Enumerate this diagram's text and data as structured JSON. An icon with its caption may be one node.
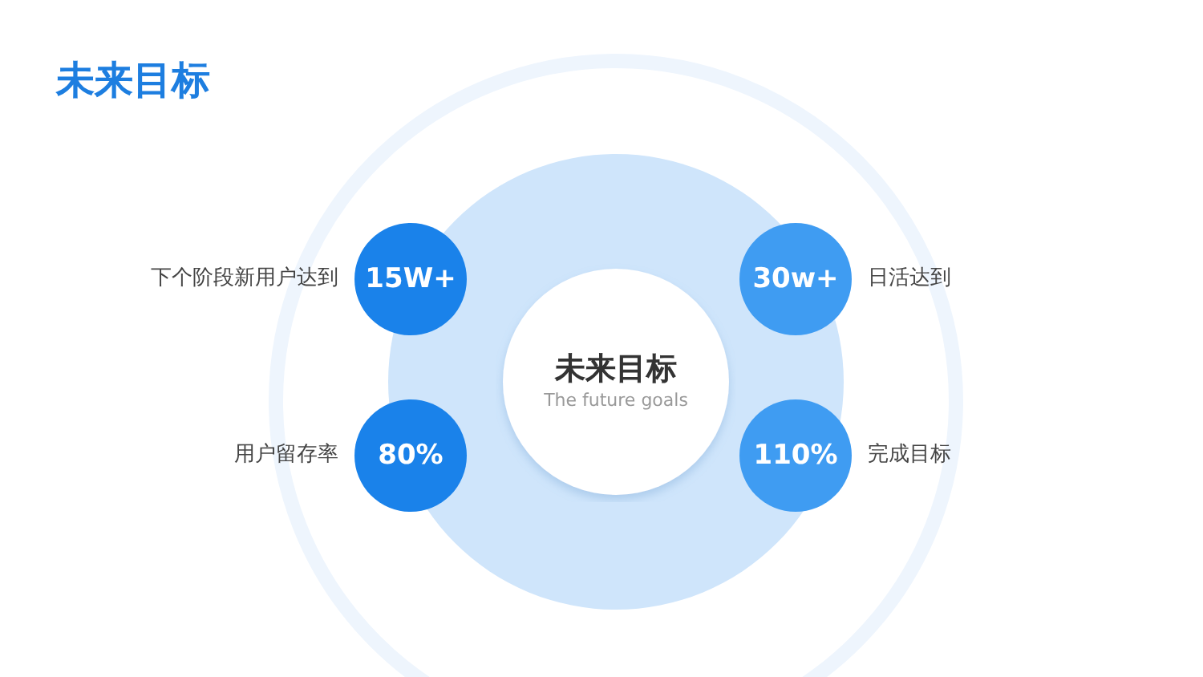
{
  "diagram": {
    "title": "未来目标",
    "nodes": [
      {
        "text": [
          "未来目标",
          "The future goals"
        ]
      },
      {
        "text": [
          "15W+"
        ],
        "beside": [
          "下个阶段新用户达到"
        ]
      },
      {
        "text": [
          "30w+"
        ],
        "beside": [
          "日活达到"
        ]
      },
      {
        "text": [
          "80%"
        ],
        "beside": [
          "用户留存率"
        ]
      },
      {
        "text": [
          "110%"
        ],
        "beside": [
          "完成目标"
        ]
      }
    ]
  }
}
